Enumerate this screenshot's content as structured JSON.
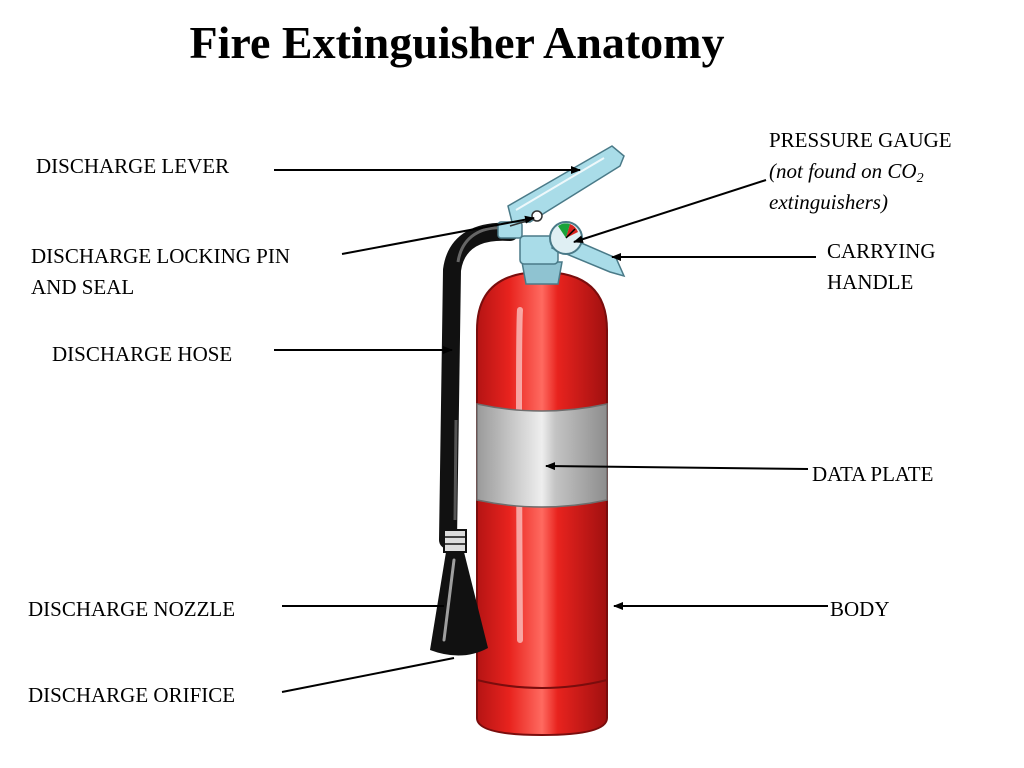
{
  "title": "Fire Extinguisher Anatomy",
  "labels": {
    "discharge_lever": "DISCHARGE LEVER",
    "locking_pin_line1": "DISCHARGE LOCKING PIN",
    "locking_pin_line2": "AND SEAL",
    "discharge_hose": "DISCHARGE HOSE",
    "discharge_nozzle": "DISCHARGE NOZZLE",
    "discharge_orifice": "DISCHARGE ORIFICE",
    "pressure_gauge": "PRESSURE GAUGE",
    "gauge_note_prefix": "(not found on CO",
    "gauge_note_sub": "2",
    "gauge_note_line2": "extinguishers)",
    "carrying_handle_line1": "CARRYING",
    "carrying_handle_line2": "HANDLE",
    "data_plate": "DATA PLATE",
    "body": "BODY"
  },
  "colors": {
    "body_red": "#e8231e",
    "body_dark": "#a01010",
    "band_gray": "#b5b5b5",
    "handle_blue": "#a9dce8",
    "hose_black": "#111111",
    "line": "#000000"
  }
}
